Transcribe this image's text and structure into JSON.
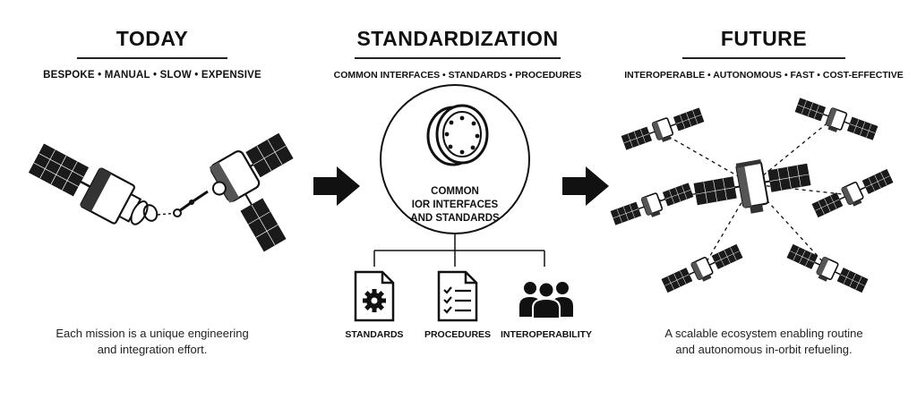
{
  "panels": {
    "today": {
      "title": "TODAY",
      "subtitle": "BESPOKE • MANUAL • SLOW • EXPENSIVE",
      "caption_lines": [
        "Each mission is a unique engineering",
        "and integration effort."
      ]
    },
    "standardization": {
      "title": "STANDARDIZATION",
      "subtitle": "COMMON INTERFACES • STANDARDS • PROCEDURES",
      "circle_lines": [
        "COMMON",
        "IOR INTERFACES",
        "AND STANDARDS"
      ],
      "items": [
        {
          "label": "STANDARDS",
          "icon": "document-gear-icon"
        },
        {
          "label": "PROCEDURES",
          "icon": "checklist-icon"
        },
        {
          "label": "INTEROPERABILITY",
          "icon": "people-group-icon"
        }
      ]
    },
    "future": {
      "title": "FUTURE",
      "subtitle": "INTEROPERABLE • AUTONOMOUS • FAST • COST-EFFECTIVE",
      "caption_lines": [
        "A scalable ecosystem enabling routine",
        "and autonomous in-orbit refueling."
      ]
    }
  },
  "icons": [
    "satellite-icon",
    "arrow-right-icon",
    "docking-port-icon",
    "document-gear-icon",
    "checklist-icon",
    "people-group-icon"
  ],
  "colors": {
    "ink": "#111111",
    "background": "#ffffff",
    "panel_fill": "#1a1a1a"
  }
}
